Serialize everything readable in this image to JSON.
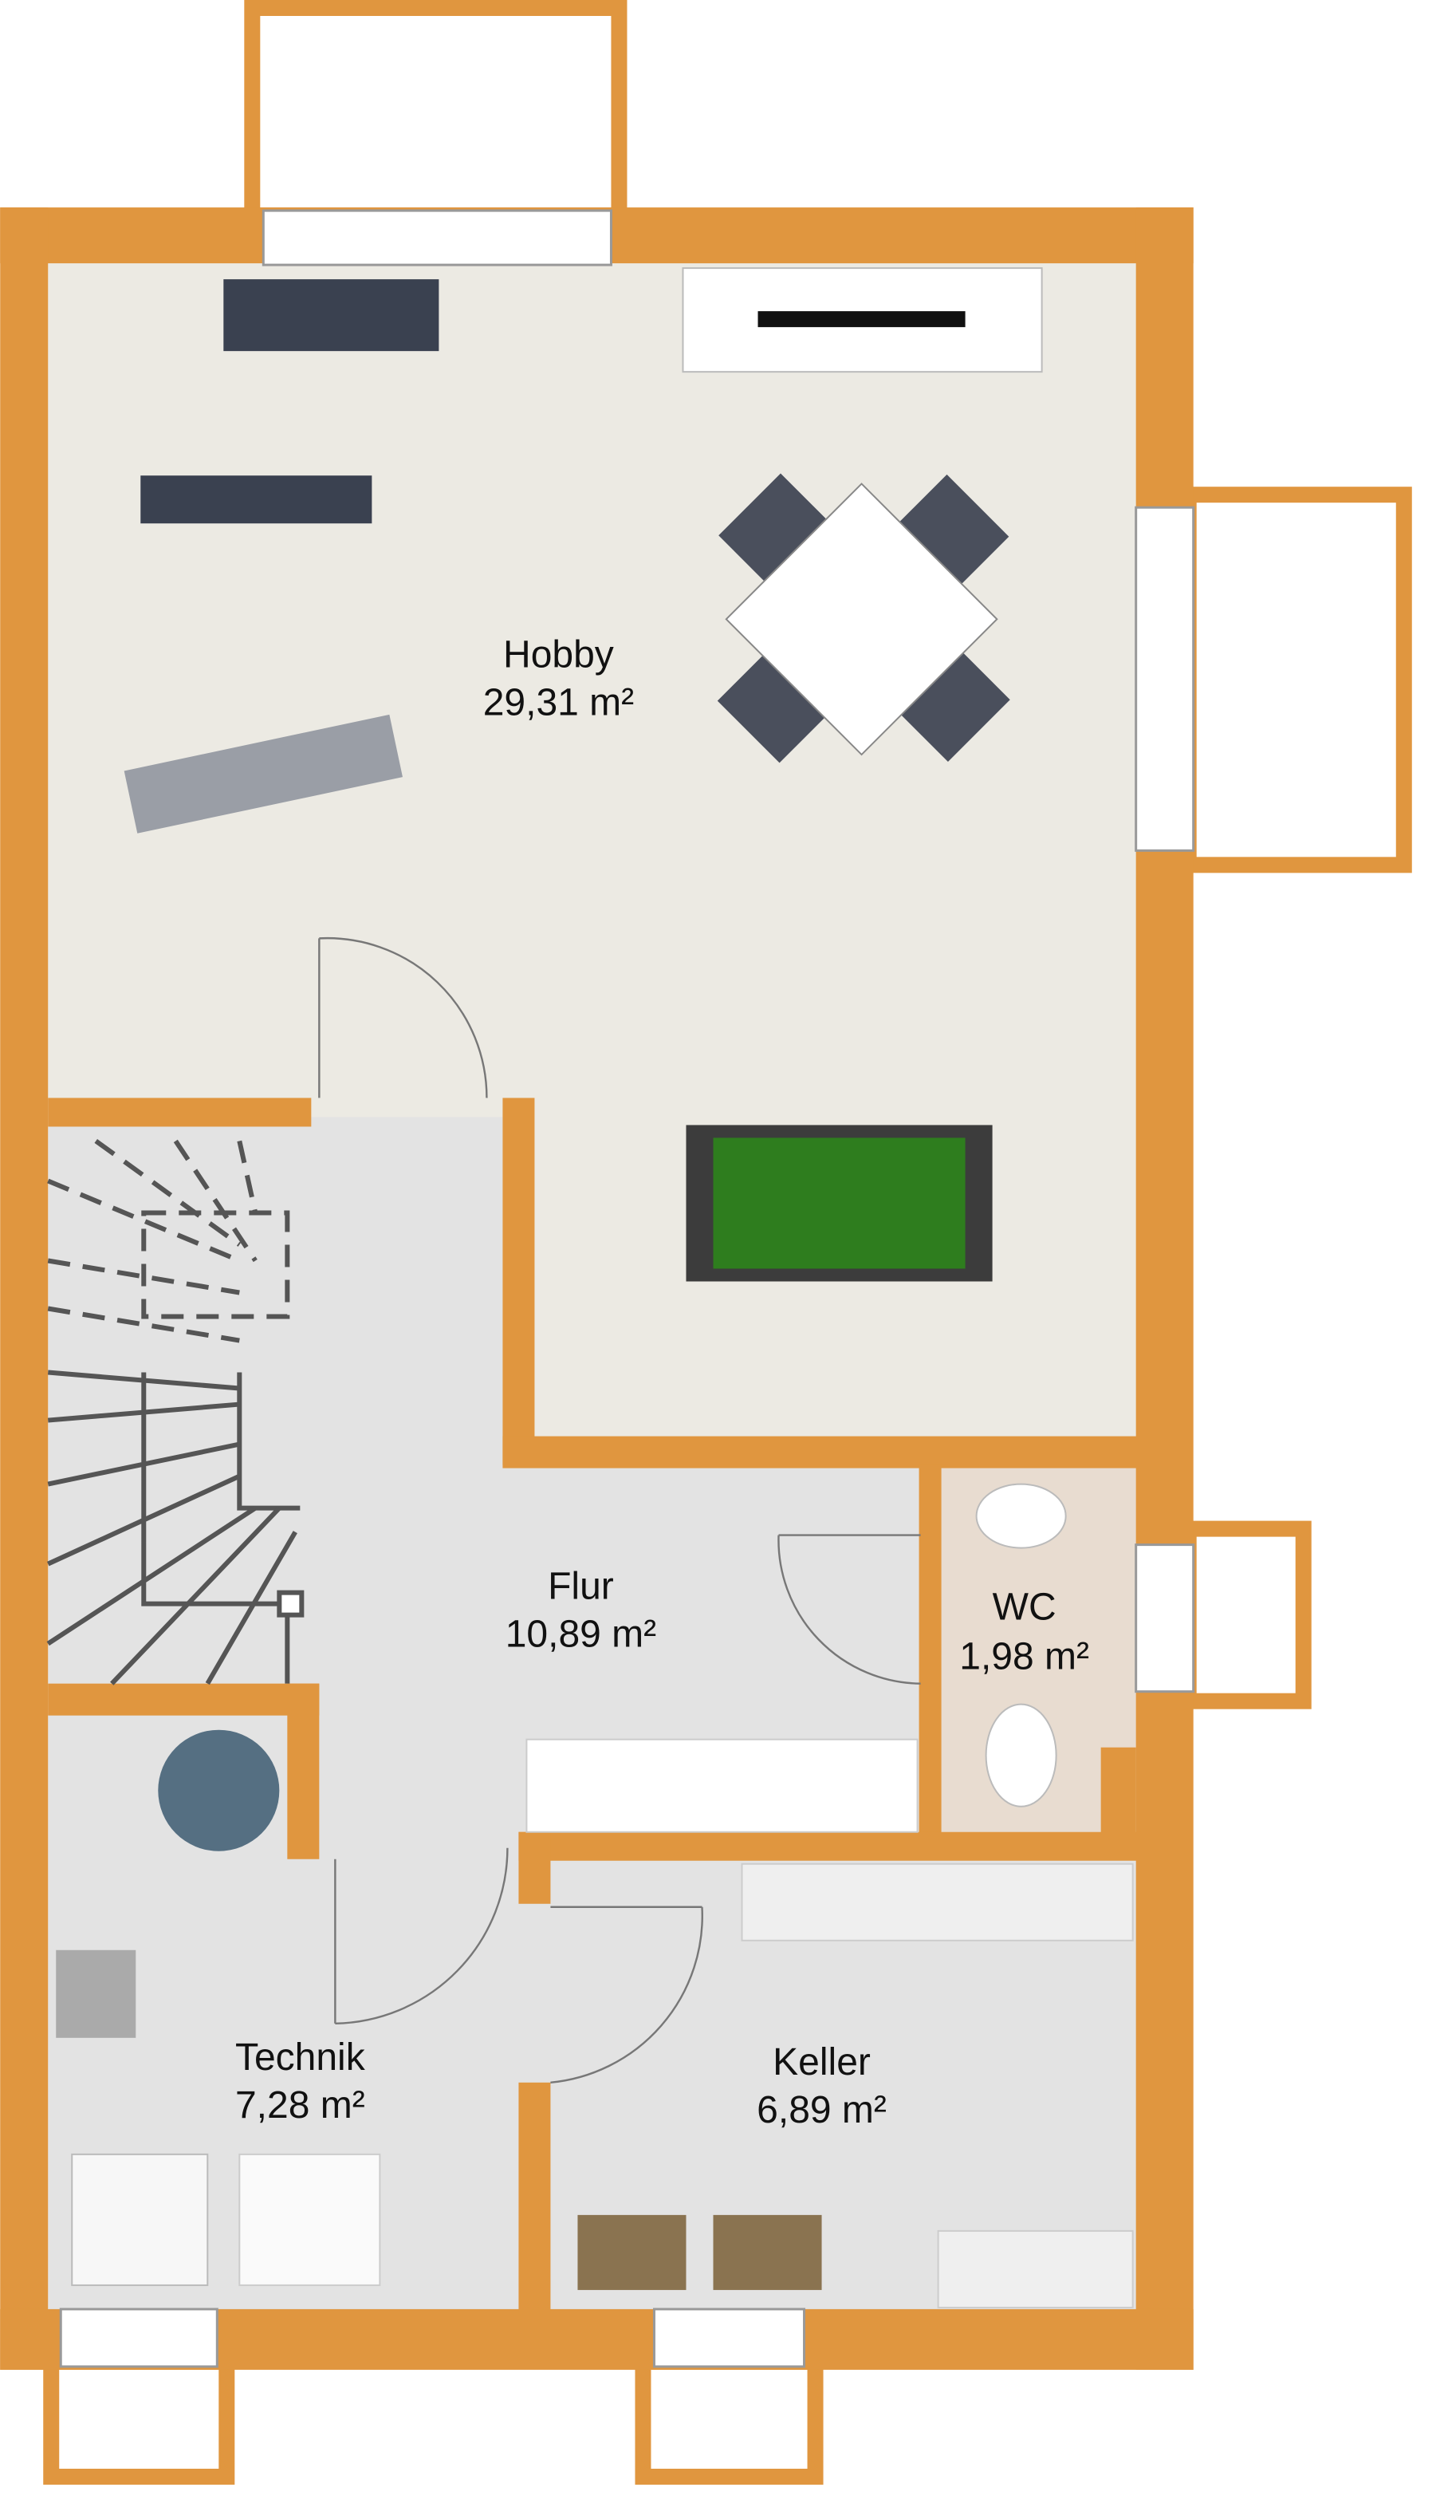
{
  "colors": {
    "wall": "#E0963F",
    "hobby_floor": "#ECEAE3",
    "hall_floor": "#E3E3E3",
    "wc_tile": "#E8DCD0",
    "foosball_field": "#2E7D1E"
  },
  "rooms": [
    {
      "name": "Hobby",
      "area": "29,31 m²"
    },
    {
      "name": "Flur",
      "area": "10,89 m²"
    },
    {
      "name": "WC",
      "area": "1,98 m²"
    },
    {
      "name": "Technik",
      "area": "7,28 m²"
    },
    {
      "name": "Keller",
      "area": "6,89 m²"
    }
  ]
}
